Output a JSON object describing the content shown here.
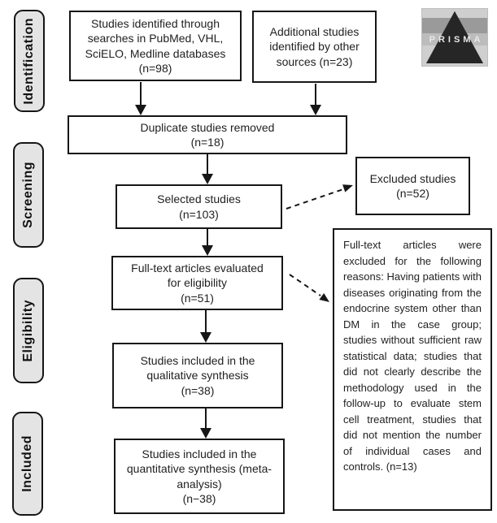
{
  "sidebar": {
    "identification": "Identification",
    "screening": "Screening",
    "eligibility": "Eligibility",
    "included": "Included"
  },
  "boxes": {
    "identified_db": "Studies identified through\nsearches in PubMed, VHL,\nSciELO, Medline databases\n(n=98)",
    "additional_sources": "Additional studies\nidentified by other\nsources (n=23)",
    "duplicates_removed": "Duplicate studies removed\n(n=18)",
    "selected_studies": "Selected studies\n(n=103)",
    "excluded_studies": "Excluded studies\n(n=52)",
    "fulltext_evaluated": "Full-text articles evaluated\nfor eligibility\n(n=51)",
    "qualitative_synthesis": "Studies included in the\nqualitative synthesis\n(n=38)",
    "quantitative_synthesis": "Studies included in the\nquantitative synthesis (meta-\nanalysis)\n(n−38)",
    "exclusion_reasons": "Full-text articles were excluded for the following reasons: Having patients with diseases originating from the endocrine system other than DM in the case group; studies without sufficient raw statistical data; studies that did not clearly describe the methodology used in the follow-up to evaluate stem cell treatment, studies that did not mention the number of individual cases and controls. (n=13)"
  },
  "logo": {
    "text": "PRISMA"
  },
  "colors": {
    "border": "#161616",
    "stage_fill": "#e4e4e4",
    "box_fill": "#ffffff",
    "logo_triangle": "#262626"
  }
}
